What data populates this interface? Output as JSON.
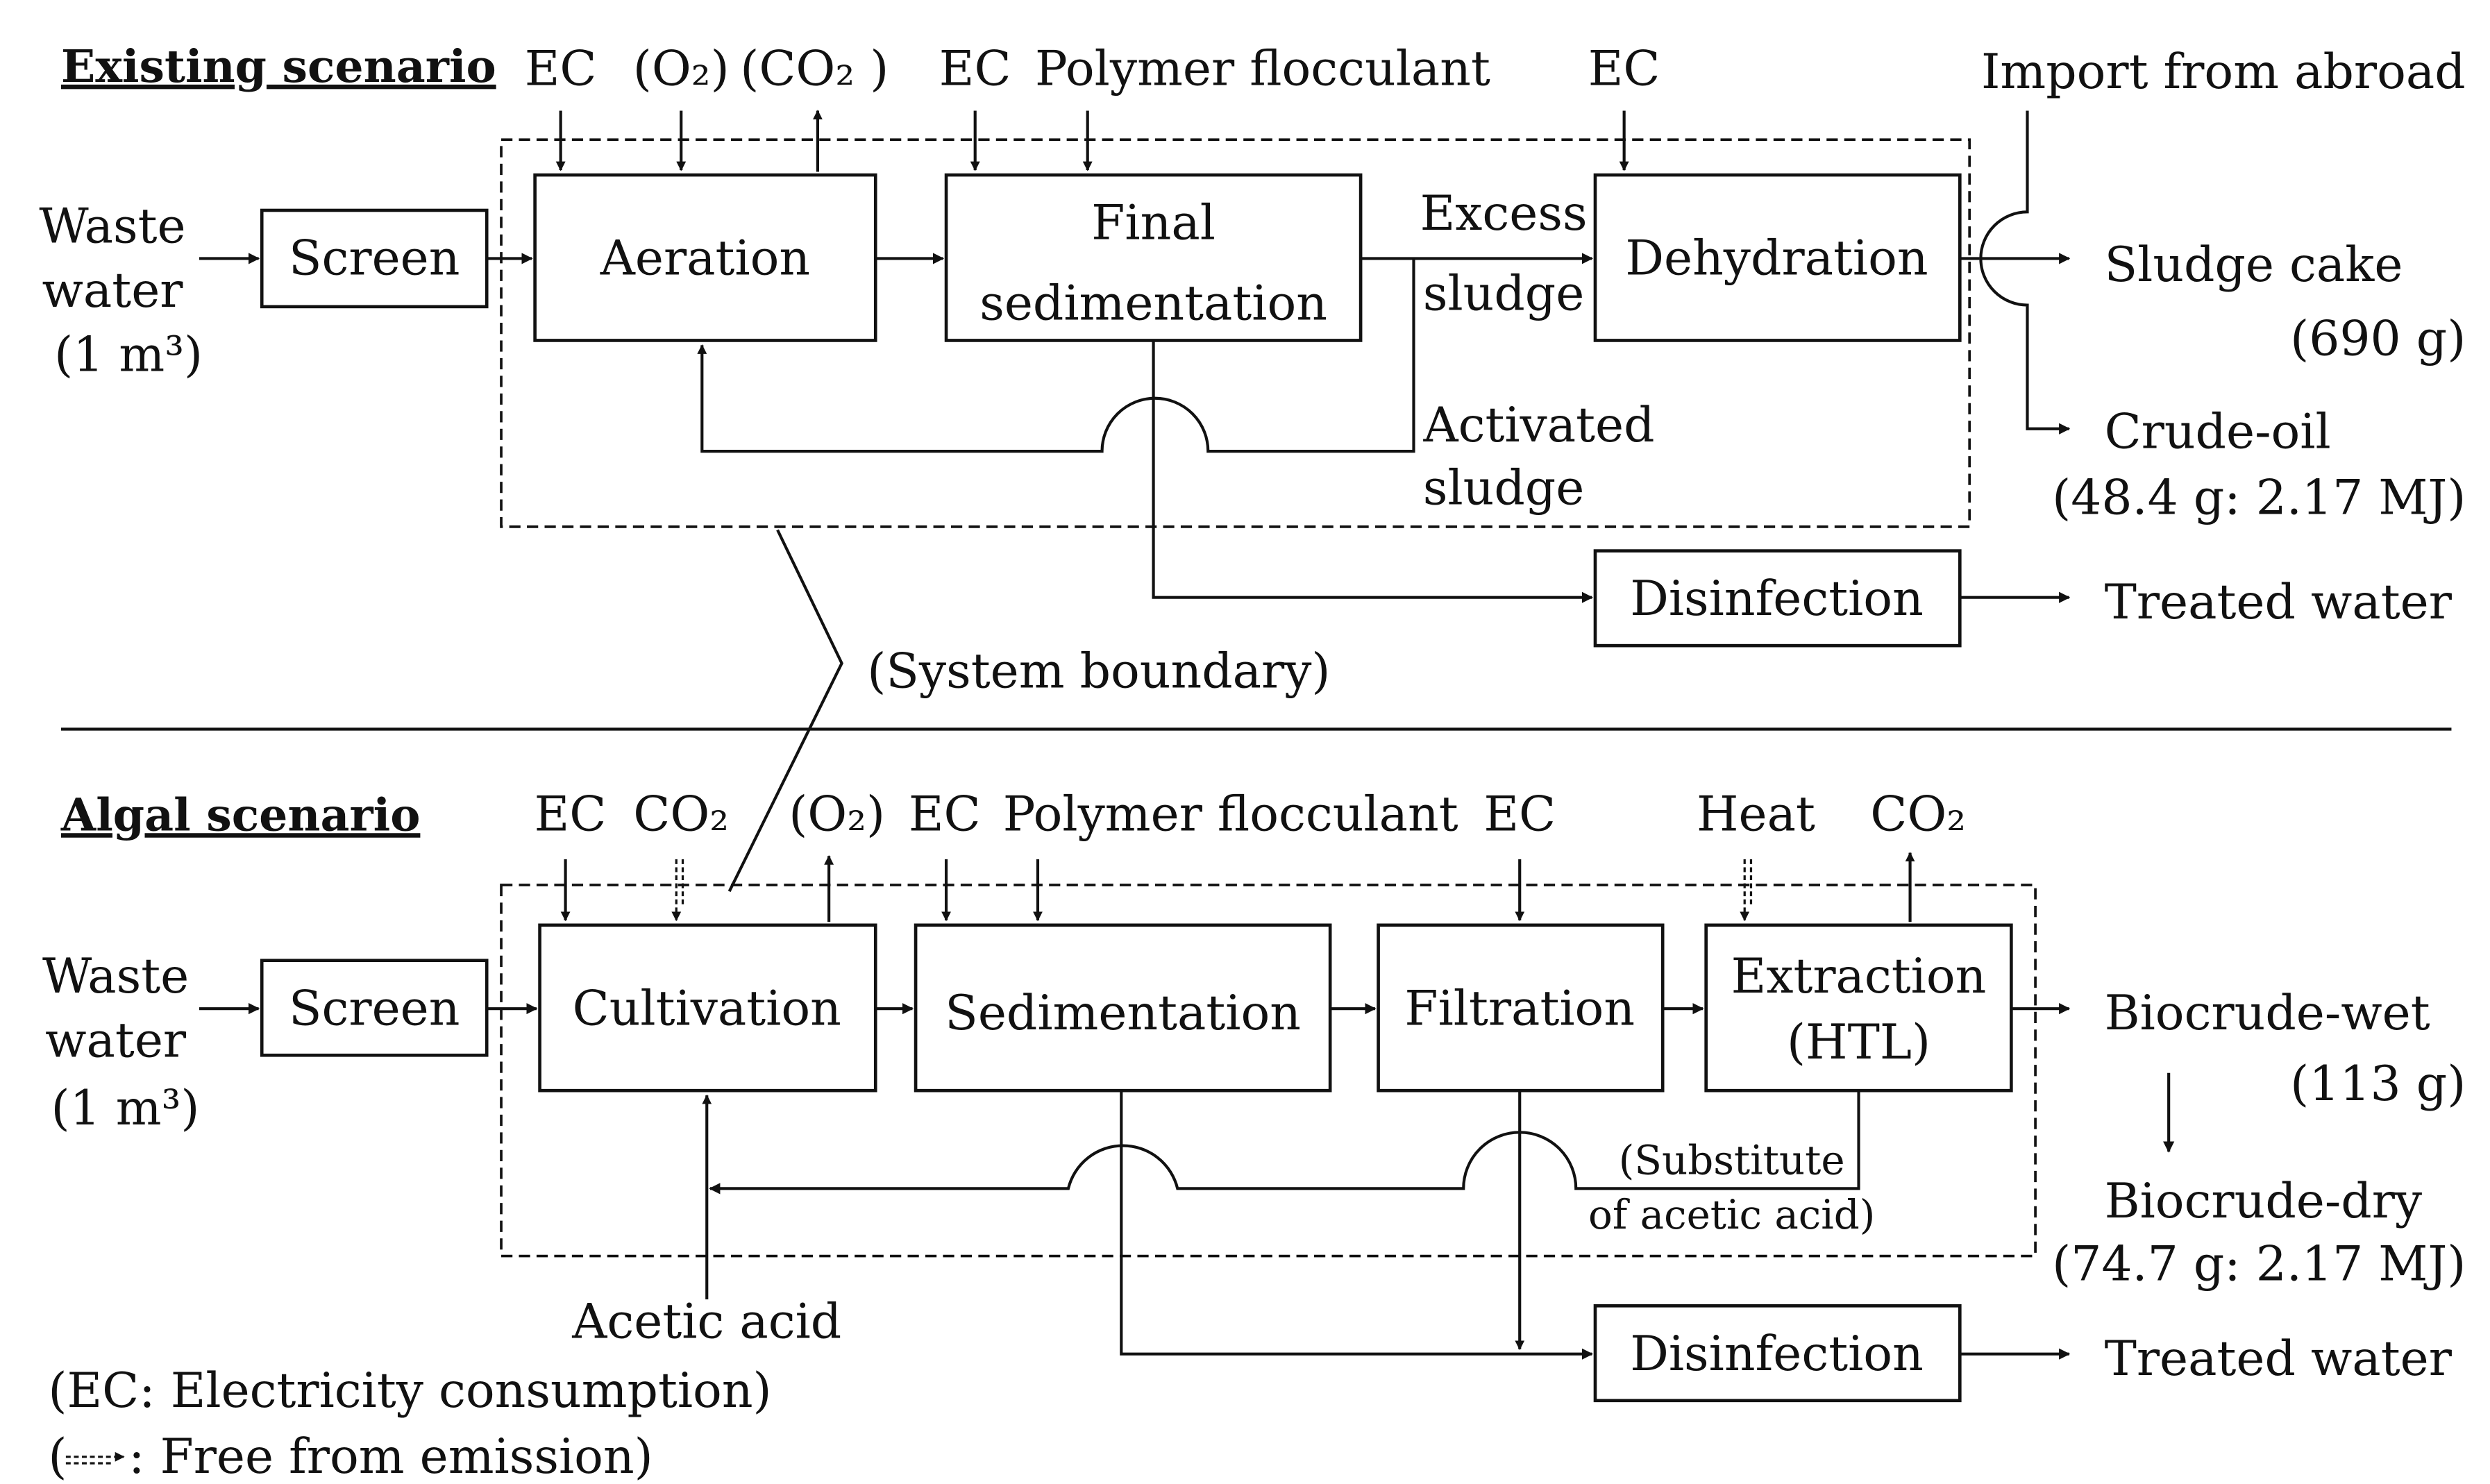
{
  "existing": {
    "title": "Existing scenario",
    "input": [
      "Waste",
      "water",
      "(1 m³)"
    ],
    "top_inputs": {
      "ec1": "EC",
      "o2": "(O₂)",
      "co2": "(CO₂ )",
      "ec2": "EC",
      "flocculant": "Polymer flocculant",
      "ec3": "EC",
      "import": "Import from abroad"
    },
    "processes": {
      "screen": "Screen",
      "aeration": "Aeration",
      "sedimentation": [
        "Final",
        "sedimentation"
      ],
      "dehydration": "Dehydration",
      "disinfection": "Disinfection"
    },
    "flow_labels": {
      "excess": [
        "Excess",
        "sludge"
      ],
      "activated": [
        "Activated",
        "sludge"
      ]
    },
    "outputs": {
      "sludge_cake": "Sludge cake",
      "sludge_cake_mass": "(690 g)",
      "crude_oil": "Crude-oil",
      "crude_oil_detail": "(48.4 g: 2.17 MJ)",
      "treated_water": "Treated water"
    },
    "boundary_label": "(System boundary)"
  },
  "algal": {
    "title": "Algal scenario",
    "input": [
      "Waste",
      "water",
      "(1 m³)"
    ],
    "top_inputs": {
      "ec1": "EC",
      "co2": "CO₂",
      "o2": "(O₂)",
      "ec2": "EC",
      "flocculant": "Polymer flocculant",
      "ec3": "EC",
      "heat": "Heat",
      "co2_out": "CO₂"
    },
    "processes": {
      "screen": "Screen",
      "cultivation": "Cultivation",
      "sedimentation": "Sedimentation",
      "filtration": "Filtration",
      "extraction": [
        "Extraction",
        "(HTL)"
      ],
      "disinfection": "Disinfection"
    },
    "flow_labels": {
      "substitute": [
        "(Substitute",
        "of acetic acid)"
      ],
      "acetic": "Acetic acid"
    },
    "outputs": {
      "biocrude_wet": "Biocrude-wet",
      "biocrude_wet_mass": "(113 g)",
      "biocrude_dry": "Biocrude-dry",
      "biocrude_dry_detail": "(74.7 g: 2.17 MJ)",
      "treated_water": "Treated water"
    }
  },
  "legend": {
    "ec": "(EC: Electricity consumption)",
    "free_prefix": "(",
    "free": ": Free from emission)"
  }
}
